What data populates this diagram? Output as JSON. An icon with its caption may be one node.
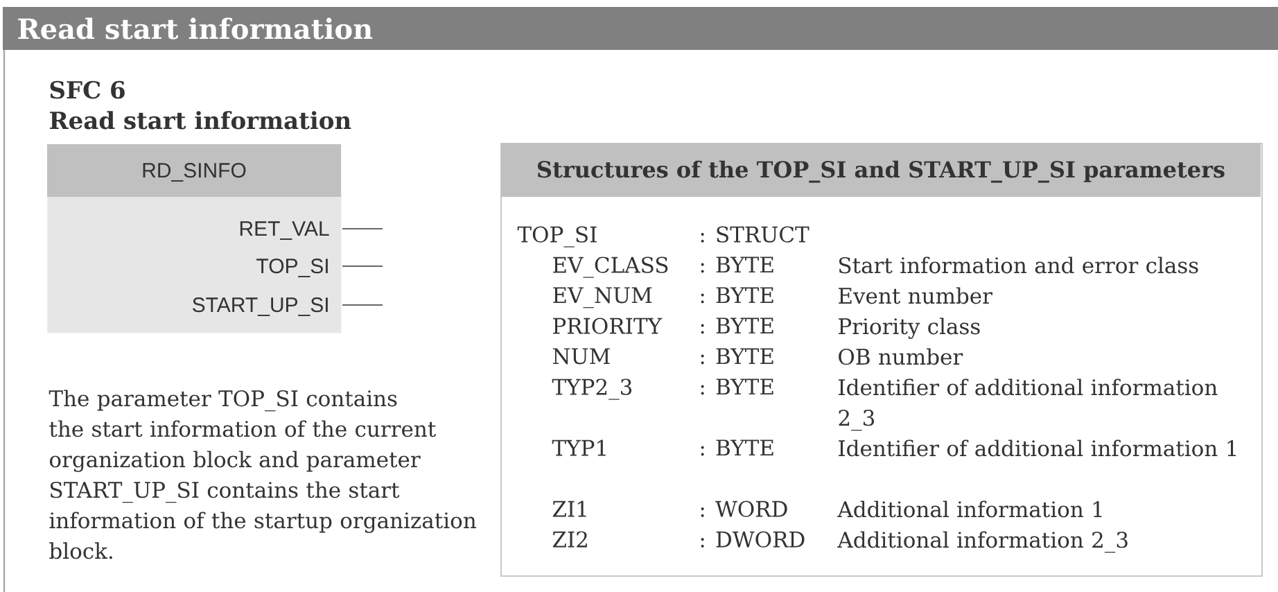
{
  "diagram": {
    "title": "Read start information",
    "nodes": [
      {
        "text": [
          "RD_SINFO",
          "RET_VAL",
          "TOP_SI",
          "START_UP_SI"
        ]
      },
      {
        "text": [
          "Structures of the TOP_SI and START_UP_SI parameters"
        ]
      }
    ],
    "edges": [],
    "labels": [
      "SFC 6",
      "Read start information",
      "The parameter TOP_SI contains the start information of the current organization block and parameter START_UP_SI contains the start information of the startup organization block.",
      "TOP_SI",
      ": STRUCT",
      "EV_CLASS",
      ": BYTE",
      "Start information and error class",
      "EV_NUM",
      ": BYTE",
      "Event number",
      "PRIORITY",
      ": BYTE",
      "Priority class",
      "NUM",
      ": BYTE",
      "OB number",
      "TYP2_3",
      ": BYTE",
      "Identifier of additional information 2_3",
      "TYP1",
      ": BYTE",
      "Identifier of additional information 1",
      "ZI1",
      ": WORD",
      "Additional information 1",
      "ZI2",
      ": DWORD",
      "Additional information 2_3"
    ]
  }
}
